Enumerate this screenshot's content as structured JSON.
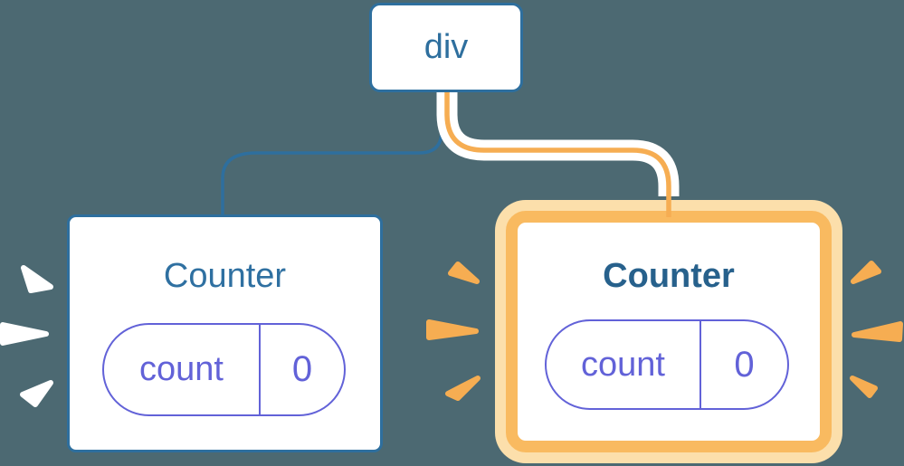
{
  "colors": {
    "background": "#4C6972",
    "tree_blue": "#2E6F9E",
    "title_left": "#2F70A1",
    "title_right": "#27618C",
    "state_purple": "#6262D8",
    "highlight_border": "#F9BA60",
    "highlight_halo": "#FCDFAB",
    "highlight_accent": "#F6AD52",
    "card_bg": "#FFFFFF",
    "spark_white": "#FFFFFF"
  },
  "tree": {
    "root": {
      "label": "div"
    },
    "children": [
      {
        "title": "Counter",
        "highlighted": false,
        "state": {
          "key": "count",
          "value": "0"
        }
      },
      {
        "title": "Counter",
        "highlighted": true,
        "state": {
          "key": "count",
          "value": "0"
        }
      }
    ]
  }
}
